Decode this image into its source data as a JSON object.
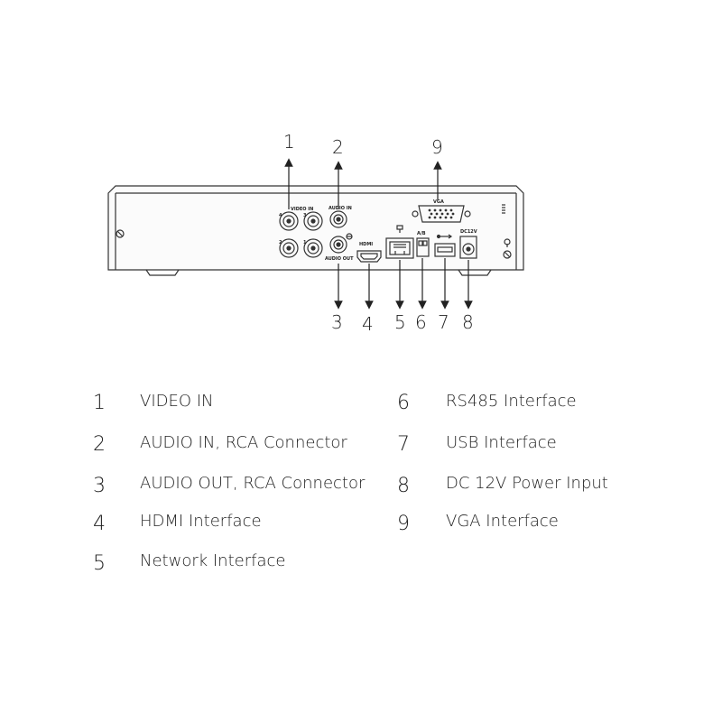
{
  "port_labels": {
    "video_in": "VIDEO IN",
    "audio_in": "AUDIO IN",
    "audio_out": "AUDIO OUT",
    "hdmi": "HDMI",
    "vga": "VGA",
    "rs485": "A/B",
    "power": "DC12V",
    "ch1": "1",
    "ch2": "2",
    "ch3": "3",
    "ch4": "4"
  },
  "callouts": {
    "c1": "1",
    "c2": "2",
    "c3": "3",
    "c4": "4",
    "c5": "5",
    "c6": "6",
    "c7": "7",
    "c8": "8",
    "c9": "9"
  },
  "legend": [
    {
      "num": "1",
      "text": "VIDEO IN"
    },
    {
      "num": "2",
      "text": "AUDIO IN, RCA Connector"
    },
    {
      "num": "3",
      "text": "AUDIO OUT, RCA Connector"
    },
    {
      "num": "4",
      "text": "HDMI Interface"
    },
    {
      "num": "5",
      "text": "Network Interface"
    },
    {
      "num": "6",
      "text": "RS485 Interface"
    },
    {
      "num": "7",
      "text": "USB Interface"
    },
    {
      "num": "8",
      "text": "DC 12V Power Input"
    },
    {
      "num": "9",
      "text": "VGA Interface"
    }
  ]
}
